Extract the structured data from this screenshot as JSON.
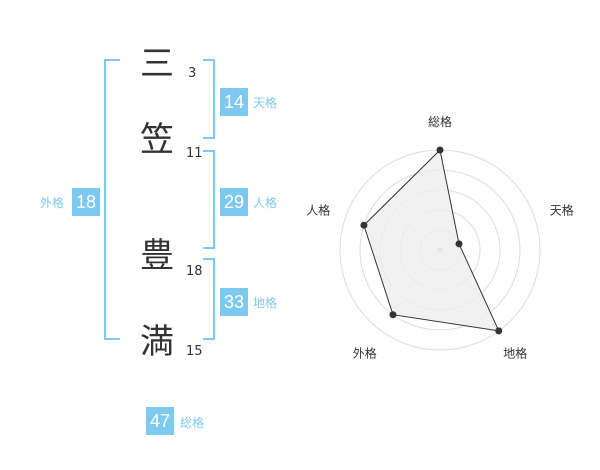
{
  "name_chars": [
    {
      "char": "三",
      "strokes": "3"
    },
    {
      "char": "笠",
      "strokes": "11"
    },
    {
      "char": "豊",
      "strokes": "18"
    },
    {
      "char": "満",
      "strokes": "15"
    }
  ],
  "kakusu": {
    "tenkaku": {
      "label": "天格",
      "value": "14"
    },
    "jinkaku": {
      "label": "人格",
      "value": "29"
    },
    "chikaku": {
      "label": "地格",
      "value": "33"
    },
    "gaikaku": {
      "label": "外格",
      "value": "18"
    },
    "soukaku": {
      "label": "総格",
      "value": "47"
    }
  },
  "colors": {
    "accent": "#7ec9ef",
    "text": "#333333",
    "grid": "#dddddd",
    "fill": "#eeeeee",
    "point": "#333333"
  },
  "chart_data": {
    "type": "radar",
    "axes": [
      "総格",
      "天格",
      "地格",
      "外格",
      "人格"
    ],
    "values": [
      5,
      1,
      5,
      4,
      4
    ],
    "range": [
      0,
      5
    ],
    "rings": 5
  }
}
